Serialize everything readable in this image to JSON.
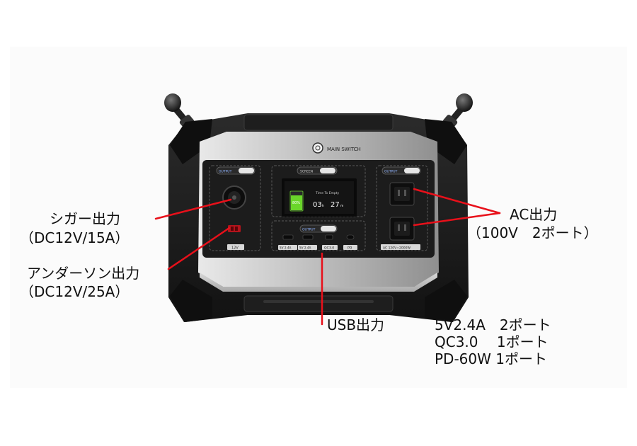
{
  "device": {
    "main_switch_label": "MAIN SWITCH",
    "screen_button_label": "SCREEN",
    "output_left_label": "OUTPUT",
    "output_right_label": "OUTPUT",
    "output_usb_label": "OUTPUT",
    "screen": {
      "battery_percent_text": "80%",
      "battery_level": 0.8,
      "time_to_empty_label": "Time To Empty",
      "hours_value": "03",
      "hours_unit": "h",
      "minutes_value": "27",
      "minutes_unit": "m"
    },
    "port_tags": {
      "dc": "12V",
      "usb_a1": "5V 2.4A",
      "usb_a2": "5V 2.4A",
      "qc": "QC3.0",
      "pd": "PD",
      "ac": "AC 120V=2000W"
    }
  },
  "callouts": {
    "cigar": [
      "シガー出力",
      "（DC12V/15A）"
    ],
    "anderson": [
      "アンダーソン出力",
      "（DC12V/25A）"
    ],
    "ac": [
      "AC出力",
      "（100V　2ポート）"
    ],
    "usb_title": "USB出力",
    "usb_specs": [
      "5V2.4A　2ポート",
      "QC3.0　 1ポート",
      "PD-60W  1ポート"
    ]
  },
  "colors": {
    "callout_line": "#e8101a",
    "screen_green": "#6ad62a",
    "frame_black": "#1a1a1a",
    "silver_panel": "#c9c9c9"
  }
}
